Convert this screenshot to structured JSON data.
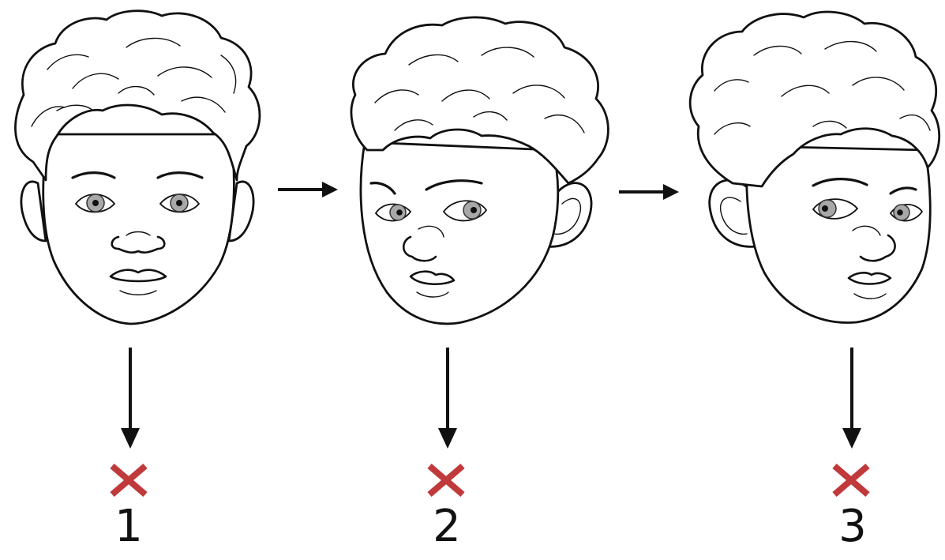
{
  "figures": [
    {
      "id": "face-1",
      "view": "frontal",
      "label": "1",
      "mark": "x",
      "mark_color": "#c0393b"
    },
    {
      "id": "face-2",
      "view": "turned-right",
      "label": "2",
      "mark": "x",
      "mark_color": "#c0393b"
    },
    {
      "id": "face-3",
      "view": "turned-left",
      "label": "3",
      "mark": "x",
      "mark_color": "#c0393b"
    }
  ],
  "colors": {
    "line": "#111111",
    "iris": "#a8a8a8",
    "cross": "#c0393b",
    "background": "#ffffff"
  }
}
